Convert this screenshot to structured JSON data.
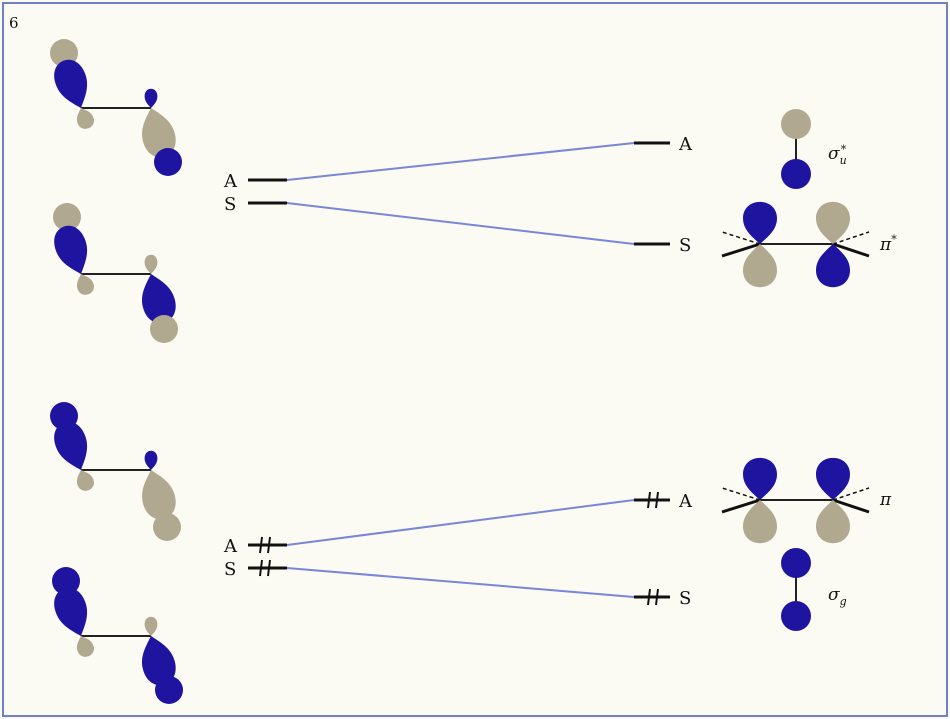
{
  "figure_number": "6",
  "colors": {
    "frame": "#6f80c8",
    "correlation_line": "#7a86d6",
    "lobe_dark": "#1e14a0",
    "lobe_light": "#b0a990",
    "level_bar": "#111111",
    "background": "#fbfbf4"
  },
  "left_levels": {
    "upper": [
      {
        "symmetry": "A",
        "occupied": false
      },
      {
        "symmetry": "S",
        "occupied": false
      }
    ],
    "lower": [
      {
        "symmetry": "A",
        "occupied": true
      },
      {
        "symmetry": "S",
        "occupied": true
      }
    ]
  },
  "right_levels": {
    "upper": [
      {
        "symmetry": "A",
        "occupied": false,
        "orbital_label": "σu*"
      },
      {
        "symmetry": "S",
        "occupied": false,
        "orbital_label": "π*"
      }
    ],
    "lower": [
      {
        "symmetry": "A",
        "occupied": true,
        "orbital_label": "π"
      },
      {
        "symmetry": "S",
        "occupied": true,
        "orbital_label": "σg"
      }
    ]
  },
  "orbital_labels": {
    "sigma_u_star": {
      "base": "σ",
      "sub": "u",
      "sup": "*"
    },
    "pi_star": {
      "base": "π",
      "sup": "*"
    },
    "pi": {
      "base": "π"
    },
    "sigma_g": {
      "base": "σ",
      "sub": "g"
    }
  }
}
